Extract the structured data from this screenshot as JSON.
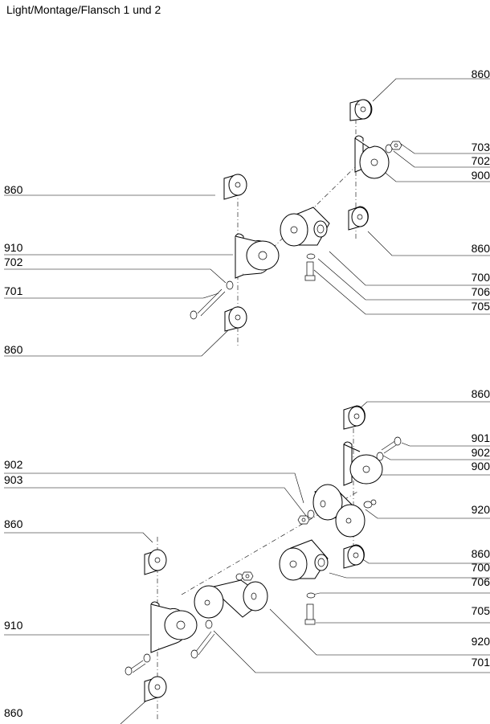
{
  "title": "Light/Montage/Flansch 1 und 2",
  "top_right_labels": [
    "860",
    "703",
    "702",
    "900",
    "860",
    "700",
    "706",
    "705"
  ],
  "top_left_labels": [
    "860",
    "910",
    "702",
    "701",
    "860"
  ],
  "bottom_right_labels": [
    "860",
    "901",
    "902",
    "900",
    "920",
    "860",
    "700",
    "706",
    "705",
    "920",
    "701"
  ],
  "bottom_left_labels": [
    "902",
    "903",
    "860",
    "910",
    "860"
  ]
}
